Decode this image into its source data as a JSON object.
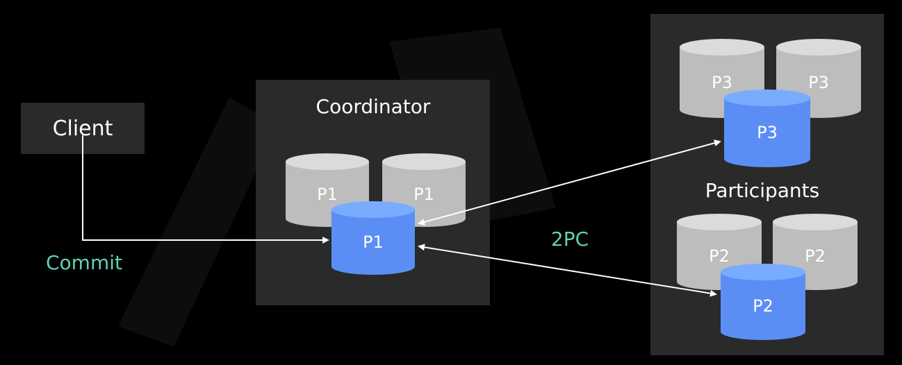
{
  "client": {
    "label": "Client"
  },
  "coordinator": {
    "title": "Coordinator",
    "replicas": [
      {
        "label": "P1",
        "role": "follower"
      },
      {
        "label": "P1",
        "role": "follower"
      },
      {
        "label": "P1",
        "role": "leader"
      }
    ]
  },
  "participants": {
    "title": "Participants",
    "groups": [
      {
        "replicas": [
          {
            "label": "P3",
            "role": "follower"
          },
          {
            "label": "P3",
            "role": "follower"
          },
          {
            "label": "P3",
            "role": "leader"
          }
        ]
      },
      {
        "replicas": [
          {
            "label": "P2",
            "role": "follower"
          },
          {
            "label": "P2",
            "role": "follower"
          },
          {
            "label": "P2",
            "role": "leader"
          }
        ]
      }
    ]
  },
  "edges": {
    "commit_label": "Commit",
    "twopc_label": "2PC"
  },
  "colors": {
    "background": "#000000",
    "panel": "#2a2a2a",
    "follower_cylinder": "#bdbdbd",
    "leader_cylinder": "#5b8ef5",
    "accent_text": "#5fd3b5",
    "text": "#ffffff",
    "arrow": "#ffffff"
  }
}
